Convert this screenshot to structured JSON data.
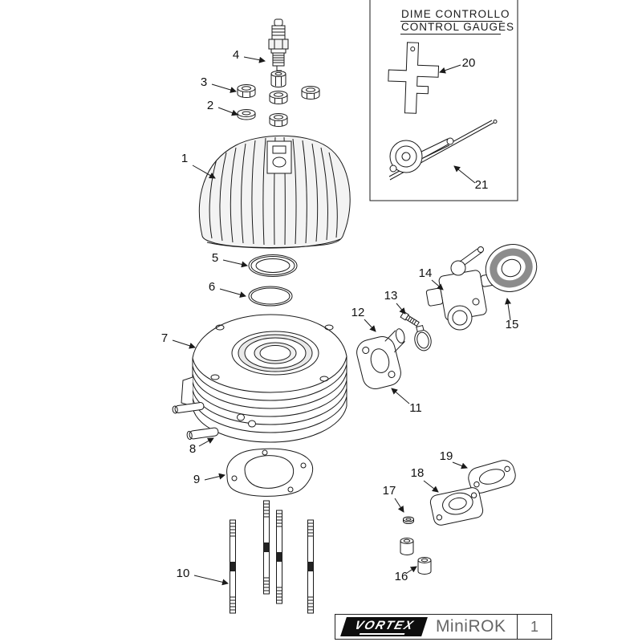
{
  "gauge_box": {
    "title_line1": "DIME CONTROLLO",
    "title_line2": "CONTROL GAUGES"
  },
  "title_block": {
    "brand": "VORTEX",
    "model": "MiniROK",
    "page": "1"
  },
  "colors": {
    "line": "#1a1a1a",
    "filter_shading": "#8c8c8c",
    "muted_text": "#666666"
  },
  "callouts": [
    {
      "number": "1",
      "text": [
        230,
        202
      ],
      "line": [
        240,
        206,
        268,
        222
      ]
    },
    {
      "number": "2",
      "text": [
        262,
        136
      ],
      "line": [
        272,
        134,
        296,
        143
      ]
    },
    {
      "number": "3",
      "text": [
        254,
        107
      ],
      "line": [
        264,
        105,
        294,
        114
      ]
    },
    {
      "number": "4",
      "text": [
        294,
        73
      ],
      "line": [
        304,
        71,
        330,
        76
      ]
    },
    {
      "number": "5",
      "text": [
        268,
        326
      ],
      "line": [
        278,
        324,
        308,
        331
      ]
    },
    {
      "number": "6",
      "text": [
        264,
        362
      ],
      "line": [
        274,
        360,
        306,
        369
      ]
    },
    {
      "number": "7",
      "text": [
        205,
        426
      ],
      "line": [
        215,
        424,
        243,
        433
      ]
    },
    {
      "number": "8",
      "text": [
        240,
        564
      ],
      "line": [
        248,
        556,
        266,
        546
      ]
    },
    {
      "number": "9",
      "text": [
        245,
        602
      ],
      "line": [
        255,
        598,
        280,
        592
      ]
    },
    {
      "number": "10",
      "text": [
        228,
        719
      ],
      "line": [
        242,
        717,
        284,
        727
      ]
    },
    {
      "number": "11",
      "text": [
        518,
        513
      ],
      "line": [
        510,
        503,
        488,
        484
      ]
    },
    {
      "number": "12",
      "text": [
        446,
        394
      ],
      "line": [
        454,
        398,
        468,
        413
      ]
    },
    {
      "number": "13",
      "text": [
        487,
        373
      ],
      "line": [
        494,
        378,
        505,
        391
      ]
    },
    {
      "number": "14",
      "text": [
        530,
        345
      ],
      "line": [
        538,
        349,
        552,
        361
      ]
    },
    {
      "number": "15",
      "text": [
        638,
        409
      ],
      "line": [
        636,
        399,
        632,
        372
      ]
    },
    {
      "number": "16",
      "text": [
        500,
        723
      ],
      "line": [
        507,
        714,
        519,
        706
      ]
    },
    {
      "number": "17",
      "text": [
        485,
        616
      ],
      "line": [
        492,
        621,
        503,
        638
      ]
    },
    {
      "number": "18",
      "text": [
        520,
        594
      ],
      "line": [
        528,
        599,
        546,
        613
      ]
    },
    {
      "number": "19",
      "text": [
        556,
        573
      ],
      "line": [
        564,
        576,
        582,
        583
      ]
    },
    {
      "number": "20",
      "text": [
        584,
        83
      ],
      "line": [
        574,
        81,
        548,
        90
      ]
    },
    {
      "number": "21",
      "text": [
        600,
        235
      ],
      "line": [
        592,
        228,
        566,
        207
      ]
    }
  ]
}
